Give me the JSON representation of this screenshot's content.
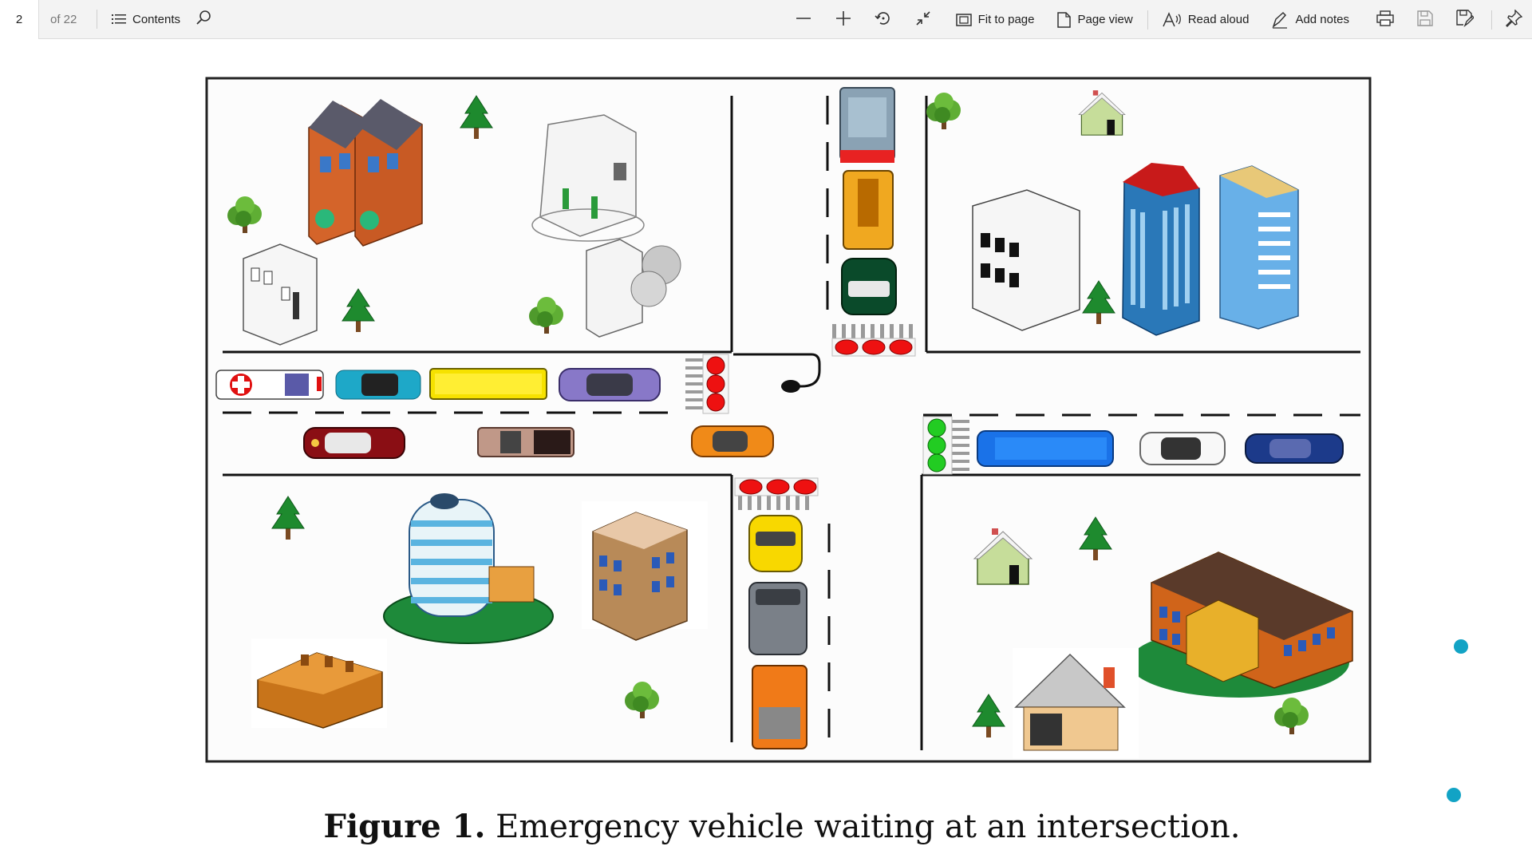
{
  "toolbar": {
    "page_number": "2",
    "page_total": "of 22",
    "contents_label": "Contents",
    "fit_label": "Fit to page",
    "page_view_label": "Page view",
    "read_aloud_label": "Read aloud",
    "add_notes_label": "Add notes",
    "icons": [
      "contents-icon",
      "search-icon",
      "zoom-out-icon",
      "zoom-in-icon",
      "rotate-icon",
      "fullscreen-icon",
      "fit-to-page-icon",
      "page-view-icon",
      "read-aloud-icon",
      "add-notes-icon",
      "print-icon",
      "save-icon",
      "save-as-icon",
      "pin-icon"
    ]
  },
  "figure": {
    "caption_label": "Figure 1.",
    "caption_text": " Emergency vehicle waiting at an intersection."
  },
  "colors": {
    "accent_dot": "#12a3c5",
    "toolbar_bg": "#f3f3f3",
    "traffic_red": "#ee1111",
    "traffic_green": "#22cc22"
  }
}
